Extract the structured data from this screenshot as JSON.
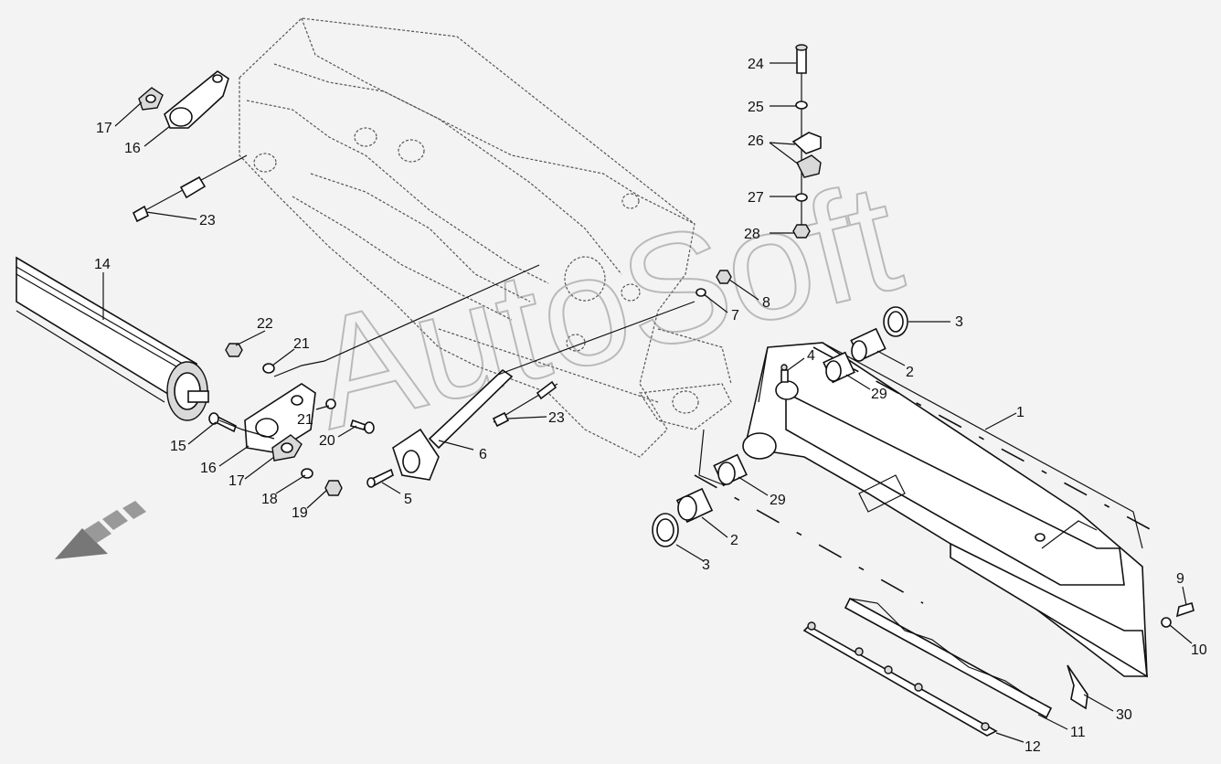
{
  "watermark": "AutoSoft",
  "callouts": [
    {
      "id": "c24",
      "text": "24"
    },
    {
      "id": "c25",
      "text": "25"
    },
    {
      "id": "c26",
      "text": "26"
    },
    {
      "id": "c27",
      "text": "27"
    },
    {
      "id": "c28",
      "text": "28"
    },
    {
      "id": "c17a",
      "text": "17"
    },
    {
      "id": "c16a",
      "text": "16"
    },
    {
      "id": "c23a",
      "text": "23"
    },
    {
      "id": "c14",
      "text": "14"
    },
    {
      "id": "c22",
      "text": "22"
    },
    {
      "id": "c21a",
      "text": "21"
    },
    {
      "id": "c21b",
      "text": "21"
    },
    {
      "id": "c20",
      "text": "20"
    },
    {
      "id": "c15",
      "text": "15"
    },
    {
      "id": "c16b",
      "text": "16"
    },
    {
      "id": "c17b",
      "text": "17"
    },
    {
      "id": "c18",
      "text": "18"
    },
    {
      "id": "c19",
      "text": "19"
    },
    {
      "id": "c5",
      "text": "5"
    },
    {
      "id": "c6",
      "text": "6"
    },
    {
      "id": "c23b",
      "text": "23"
    },
    {
      "id": "c8",
      "text": "8"
    },
    {
      "id": "c7",
      "text": "7"
    },
    {
      "id": "c3a",
      "text": "3"
    },
    {
      "id": "c4",
      "text": "4"
    },
    {
      "id": "c2a",
      "text": "2"
    },
    {
      "id": "c29a",
      "text": "29"
    },
    {
      "id": "c1",
      "text": "1"
    },
    {
      "id": "c29b",
      "text": "29"
    },
    {
      "id": "c2b",
      "text": "2"
    },
    {
      "id": "c3b",
      "text": "3"
    },
    {
      "id": "c9",
      "text": "9"
    },
    {
      "id": "c10",
      "text": "10"
    },
    {
      "id": "c30",
      "text": "30"
    },
    {
      "id": "c11",
      "text": "11"
    },
    {
      "id": "c12",
      "text": "12"
    }
  ]
}
